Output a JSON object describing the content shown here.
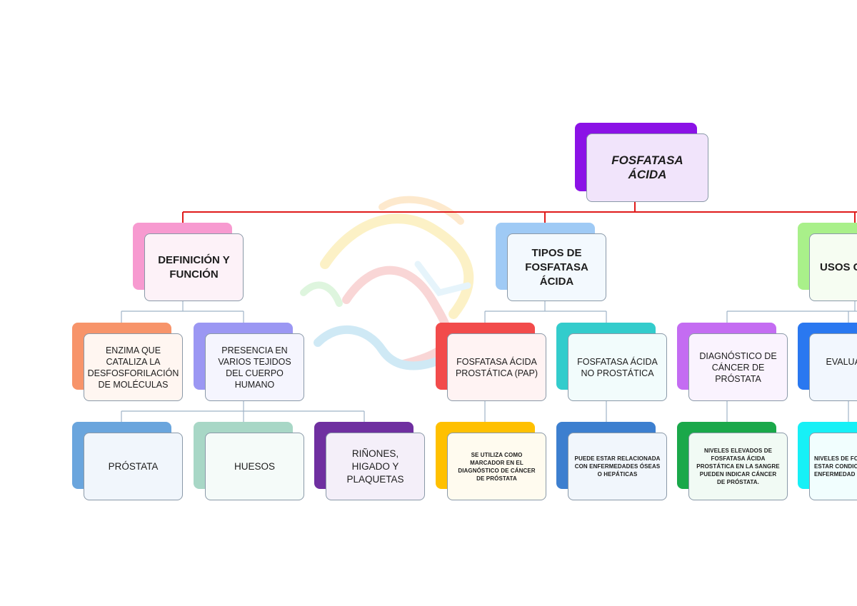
{
  "root": {
    "label": "FOSFATASA ÁCIDA"
  },
  "branches": [
    {
      "label": "DEFINICIÓN Y FUNCIÓN"
    },
    {
      "label": "TIPOS DE FOSFATASA ÁCIDA"
    },
    {
      "label": "USOS C"
    }
  ],
  "definicion": {
    "enzima": "ENZIMA QUE CATALIZA LA DESFOSFORILACIÓN DE MOLÉCULAS",
    "presencia": "PRESENCIA EN VARIOS TEJIDOS DEL CUERPO HUMANO",
    "tejidos": [
      "PRÓSTATA",
      "HUESOS",
      "RIÑONES, HIGADO Y PLAQUETAS"
    ]
  },
  "tipos": {
    "pap": "FOSFATASA ÁCIDA PROSTÁTICA (PAP)",
    "no_prostatica": "FOSFATASA ÁCIDA NO PROSTÁTICA",
    "pap_desc": "SE UTILIZA COMO MARCADOR EN EL DIAGNÓSTICO DE CÁNCER DE PRÓSTATA",
    "no_prostatica_desc": "PUEDE ESTAR RELACIONADA CON ENFERMEDADES ÓSEAS O HEPÁTICAS"
  },
  "usos": {
    "diagnostico": "DIAGNÓSTICO DE CÁNCER DE PRÓSTATA",
    "evaluacion": "EVALUA ENFERM ÓS",
    "diagnostico_desc": "NIVELES ELEVADOS DE FOSFATASA ÁCIDA PROSTÁTICA EN LA SANGRE PUEDEN INDICAR CÁNCER DE PRÓSTATA.",
    "evaluacion_desc": "NIVELES DE FO PUEDEN ESTAR CONDICIO ENFERMEDAD CASOS DE MET"
  },
  "colors": {
    "root_accent": "#8b12e6",
    "root_fill": "#f1e4fb",
    "connector_main": "#e01b1b",
    "connector_sub": "#9fb3c8",
    "definicion_accent": "#f79ad0",
    "tipos_accent": "#9fcaf5",
    "usos_accent": "#a9f08a",
    "enzima_accent": "#f7946a",
    "presencia_accent": "#9b97f3",
    "prostata_accent": "#6aa5dd",
    "huesos_accent": "#a8d7c6",
    "rinones_accent": "#6f2fa0",
    "pap_accent": "#f24b4b",
    "no_prostatica_accent": "#33cccc",
    "diagnostico_accent": "#c46cf2",
    "evaluacion_accent": "#2a78f0",
    "pap_desc_accent": "#ffc000",
    "no_prostatica_desc_accent": "#3d7fcf",
    "diagnostico_desc_accent": "#1aa84a",
    "evaluacion_desc_accent": "#17f0f6"
  }
}
